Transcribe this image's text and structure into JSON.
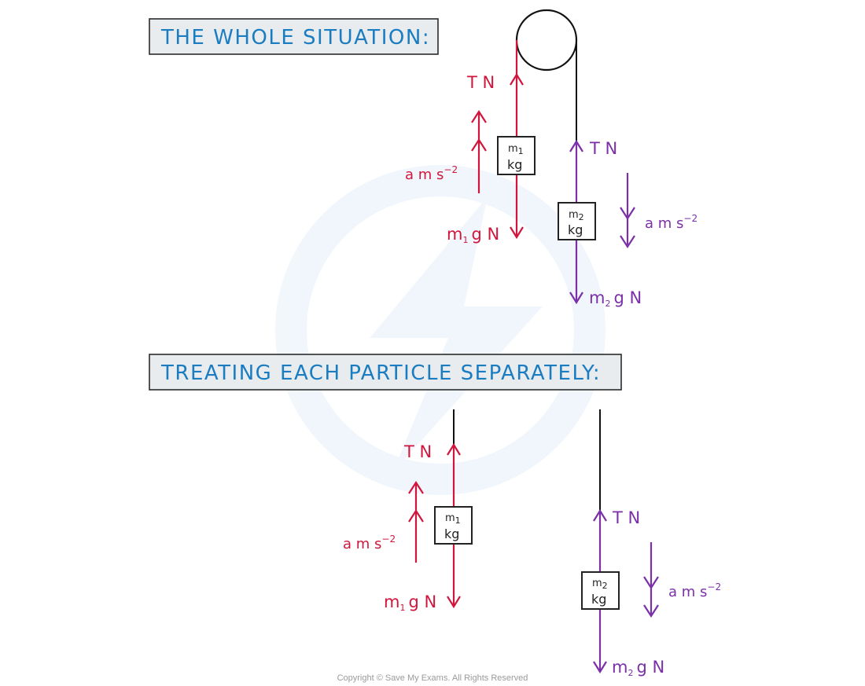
{
  "headings": {
    "whole": "THE WHOLE SITUATION:",
    "separate": "TREATING EACH PARTICLE SEPARATELY:"
  },
  "labels": {
    "tension": "T N",
    "accel_prefix": "a m s",
    "accel_power": "−2",
    "m": "m",
    "one": "1",
    "two": "2",
    "g_n": "g N",
    "kg": "kg"
  },
  "colors": {
    "heading": "#1a7cc1",
    "particle1": "#d1163d",
    "particle2": "#7b2fa8",
    "rope": "#111111"
  },
  "copyright": "Copyright © Save My Exams. All Rights Reserved"
}
